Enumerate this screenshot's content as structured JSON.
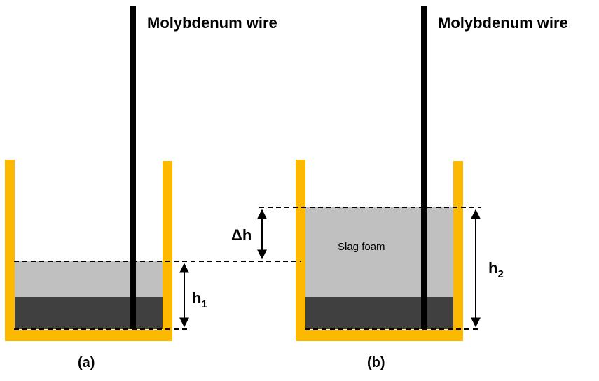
{
  "labels": {
    "wire_a": "Molybdenum wire",
    "wire_b": "Molybdenum wire",
    "slag_foam": "Slag foam",
    "delta_h_symbol": "Δh",
    "h1_base": "h",
    "h1_sub": "1",
    "h2_base": "h",
    "h2_sub": "2",
    "panel_a": "(a)",
    "panel_b": "(b)"
  },
  "colors": {
    "crucible": "#fcb900",
    "slag": "#c0c0c0",
    "melt": "#404040",
    "wire": "#000000",
    "dashed": "#000000"
  }
}
